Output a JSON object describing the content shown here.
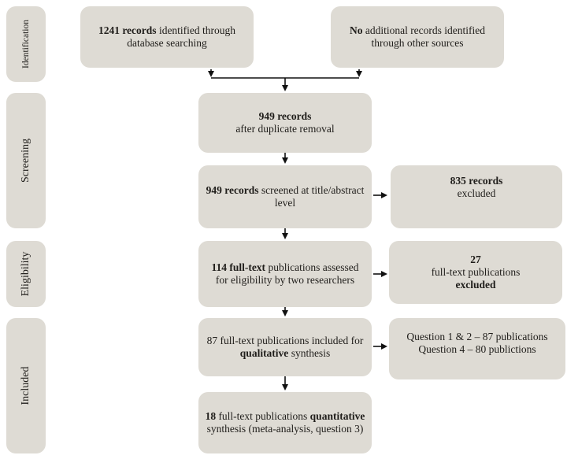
{
  "stages": {
    "identification": "Identification",
    "screening": "Screening",
    "eligibility": "Eligibility",
    "included": "Included"
  },
  "boxes": {
    "database": {
      "bold": "1241 records",
      "rest": " identified through database searching"
    },
    "other_sources": {
      "bold": "No",
      "rest": " additional records identified through other sources"
    },
    "after_duplicates": {
      "bold": "949 records",
      "rest": "after duplicate removal"
    },
    "screened": {
      "bold": "949 records",
      "rest": " screened at title/abstract level"
    },
    "excluded_screening": {
      "bold": "835 records",
      "rest": "excluded"
    },
    "full_text_assessed": {
      "bold": "114 full-text",
      "rest": " publications assessed for eligibility by two researchers"
    },
    "excluded_eligibility": {
      "number": "27",
      "middle": "full-text publications",
      "bold": "excluded"
    },
    "qualitative": {
      "pre": "87 full-text publications included for ",
      "bold": "qualitative",
      "post": " synthesis"
    },
    "questions": {
      "line1": "Question 1 & 2 – 87 publications",
      "line2": "Question 4 – 80 publictions"
    },
    "quantitative": {
      "bold_number": "18",
      "pre": " full-text publications ",
      "bold": "quantitative",
      "post": " synthesis (meta-analysis, question 3)"
    }
  },
  "colors": {
    "box_fill": "#dedbd4",
    "arrow": "#111111"
  }
}
